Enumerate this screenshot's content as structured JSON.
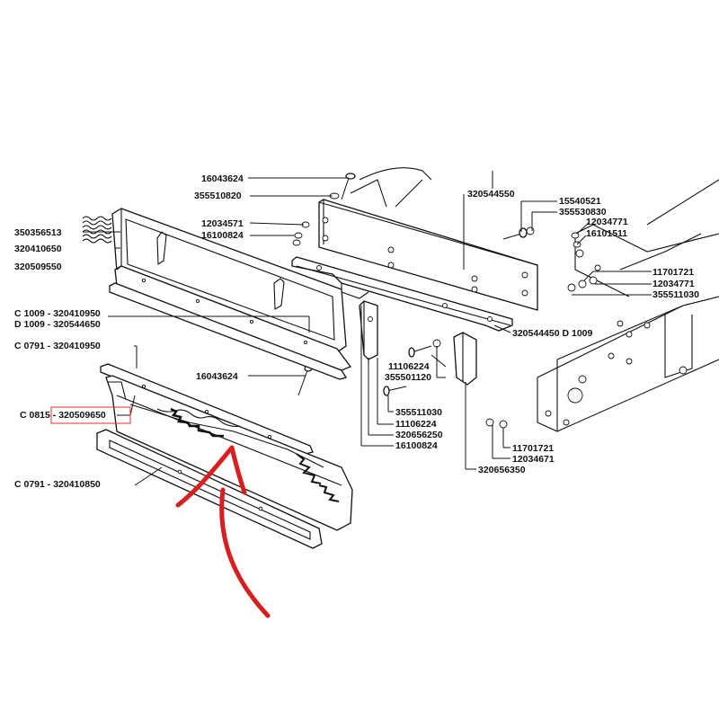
{
  "labels": {
    "p16043624_top": "16043624",
    "p355510820": "355510820",
    "p12034571": "12034571",
    "p16100824_l": "16100824",
    "p350356513": "350356513",
    "p320410650": "320410650",
    "p320509550": "320509550",
    "c1009": "C 1009 - 320410950",
    "d1009": "D 1009 - 320544650",
    "c0791_a": "C 0791 - 320410950",
    "p16043624_mid": "16043624",
    "c0815": "C 0815 - 320509650",
    "c0791_b": "C 0791 - 320410850",
    "p320544550": "320544550",
    "p15540521": "15540521",
    "p355530830": "355530830",
    "p12034771_a": "12034771",
    "p16101511": "16101511",
    "p11701721_r": "11701721",
    "p12034771_b": "12034771",
    "p355511030_r": "355511030",
    "p320544450": "320544450 D 1009",
    "p11106224_a": "11106224",
    "p355501120": "355501120",
    "p355511030_m": "355511030",
    "p11106224_b": "11106224",
    "p320656250": "320656250",
    "p16100824_m": "16100824",
    "p11701721_m": "11701721",
    "p12034671": "12034671",
    "p320656350": "320656350"
  },
  "highlight": {
    "box_color": "#e03030",
    "arrow_color": "#d81e1e"
  }
}
